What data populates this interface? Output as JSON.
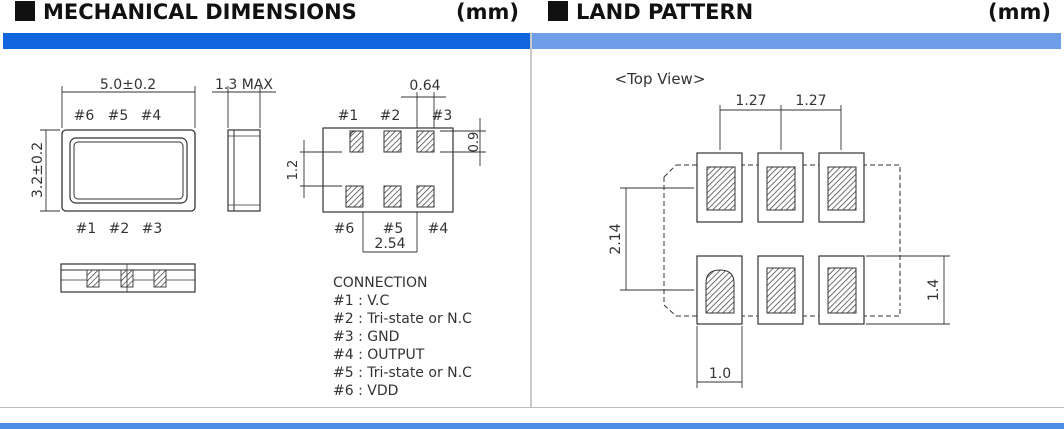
{
  "left_header": {
    "title": "MECHANICAL DIMENSIONS",
    "unit": "(mm)"
  },
  "right_header": {
    "title": "LAND PATTERN",
    "unit": "(mm)"
  },
  "mech": {
    "width_dim": "5.0±0.2",
    "height_dim": "3.2±0.2",
    "thickness_dim": "1.3 MAX",
    "top_pins": [
      "#6",
      "#5",
      "#4"
    ],
    "bottom_pins": [
      "#1",
      "#2",
      "#3"
    ],
    "pad_pitch": "0.64",
    "pad_height": "0.9",
    "pad_gap": "1.2",
    "pad_span": "2.54",
    "bottom_view_top_labels": [
      "#1",
      "#2",
      "#3"
    ],
    "bottom_view_bottom_labels": [
      "#6",
      "#5",
      "#4"
    ]
  },
  "connection": {
    "title": "CONNECTION",
    "items": [
      {
        "pin": "#1",
        "sep": ":",
        "name": "V.C"
      },
      {
        "pin": "#2",
        "sep": ":",
        "name": "Tri-state or N.C"
      },
      {
        "pin": "#3",
        "sep": ":",
        "name": "GND"
      },
      {
        "pin": "#4",
        "sep": ":",
        "name": "OUTPUT"
      },
      {
        "pin": "#5",
        "sep": ":",
        "name": "Tri-state or N.C"
      },
      {
        "pin": "#6",
        "sep": ":",
        "name": "VDD"
      }
    ]
  },
  "land": {
    "view_label": "<Top View>",
    "pitch_1": "1.27",
    "pitch_2": "1.27",
    "row_span": "2.14",
    "pad_h": "1.4",
    "pad_w": "1.0"
  },
  "colors": {
    "bar_left": "#1166e0",
    "bar_right": "#6f9ee8",
    "bottom_bar": "#4a8ee6"
  }
}
